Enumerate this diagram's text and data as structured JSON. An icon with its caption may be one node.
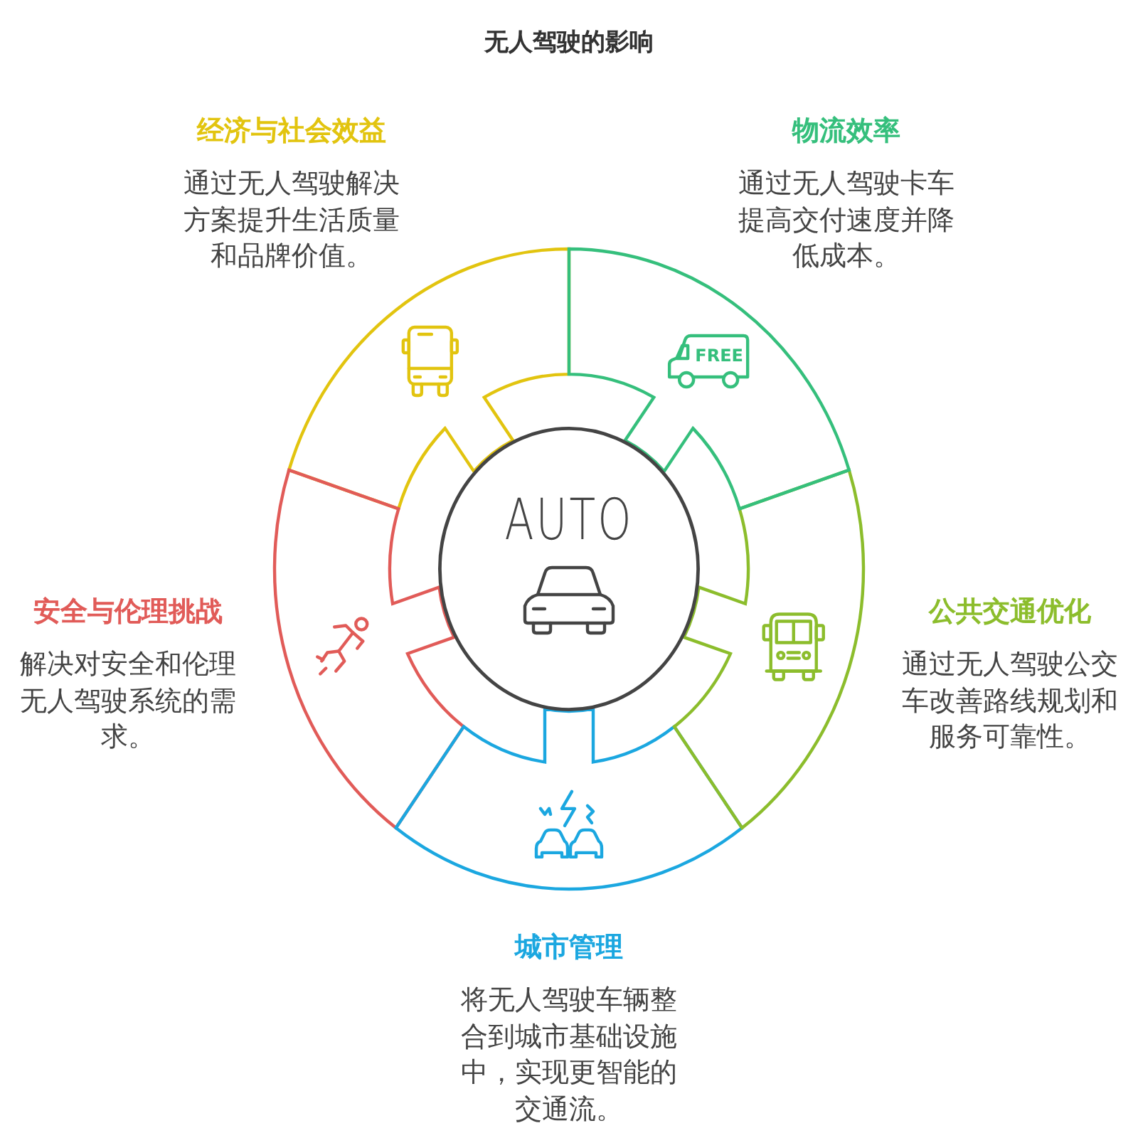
{
  "diagram": {
    "title": "无人驾驶的影响",
    "nodes": [
      {
        "text": [
          "经济与社会效益",
          "通过无人驾驶解决方案提升生活质量和品牌价值。"
        ]
      },
      {
        "text": [
          "物流效率",
          "通过无人驾驶卡车提高交付速度并降低成本。"
        ]
      },
      {
        "text": [
          "AUTO"
        ]
      },
      {
        "text": [
          "安全与伦理挑战",
          "解决对安全和伦理无人驾驶系统的需求。"
        ]
      },
      {
        "text": [
          "公共交通优化",
          "通过无人驾驶公交车改善路线规划和服务可靠性。"
        ]
      },
      {
        "text": [
          "城市管理",
          "将无人驾驶车辆整合到城市基础设施中，实现更智能的交通流。"
        ]
      }
    ],
    "labels": [
      "FREE"
    ]
  }
}
